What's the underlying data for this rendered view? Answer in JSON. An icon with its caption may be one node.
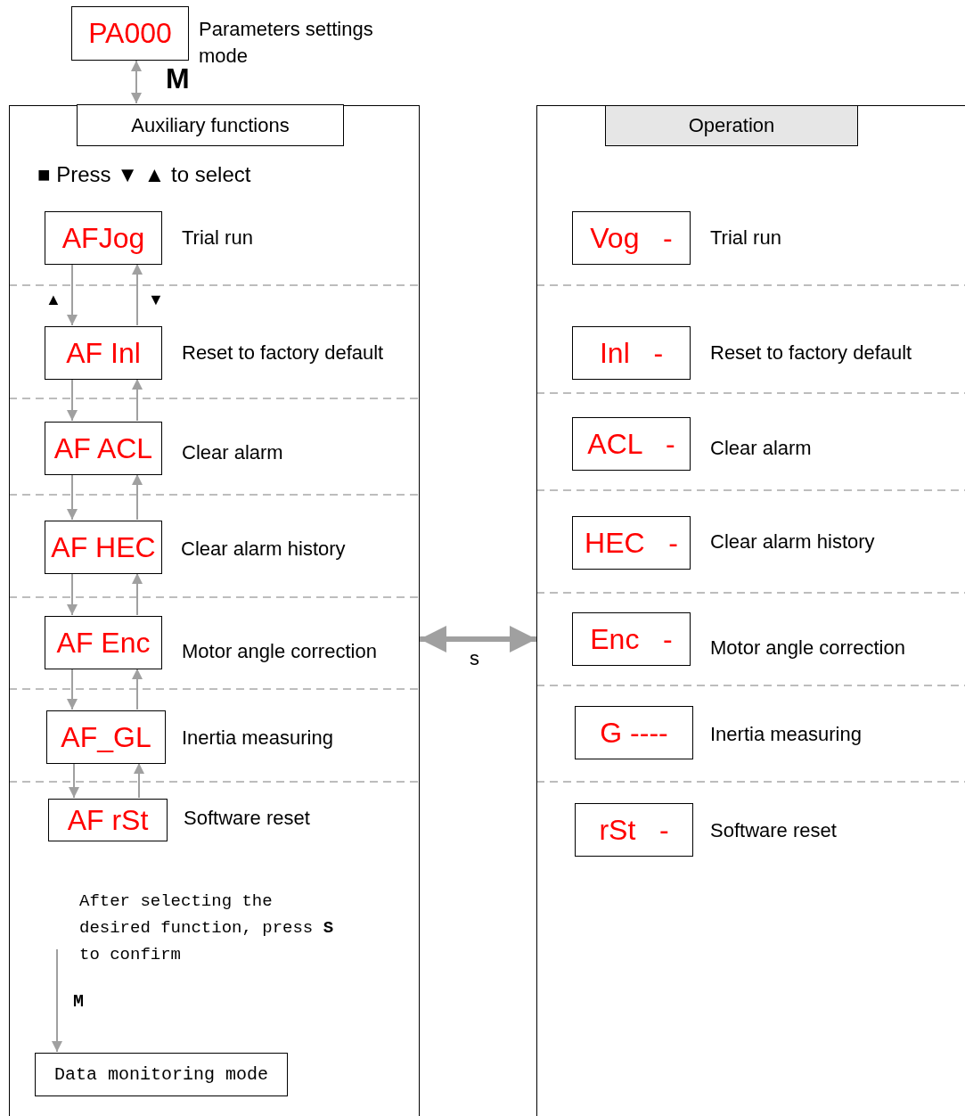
{
  "diagram": {
    "nodes": [
      {
        "text": [
          "PA000"
        ],
        "beside": [
          "Parameters settings mode"
        ]
      },
      {
        "text": [],
        "shape": "box"
      },
      {
        "text": [
          "Auxiliary functions"
        ],
        "in": 1
      },
      {
        "text": [
          "AFJog"
        ],
        "in": 1,
        "beside": [
          "Trial run"
        ]
      },
      {
        "text": [
          "AF Inl"
        ],
        "in": 1,
        "beside": [
          "Reset to factory default"
        ]
      },
      {
        "text": [
          "AF ACL"
        ],
        "in": 1,
        "beside": [
          "Clear alarm"
        ]
      },
      {
        "text": [
          "AF HEC"
        ],
        "in": 1,
        "beside": [
          "Clear alarm history"
        ]
      },
      {
        "text": [
          "AF Enc"
        ],
        "in": 1,
        "beside": [
          "Motor angle correction"
        ]
      },
      {
        "text": [
          "AF_GL"
        ],
        "in": 1,
        "beside": [
          "Inertia measuring"
        ]
      },
      {
        "text": [
          "AF rSt"
        ],
        "in": 1,
        "beside": [
          "Software reset"
        ]
      },
      {
        "text": [
          "Data monitoring mode"
        ],
        "in": 1
      },
      {
        "text": [
          "Operation"
        ]
      },
      {
        "text": [
          "Vog   -"
        ],
        "in": 11,
        "beside": [
          "Trial run"
        ]
      },
      {
        "text": [
          "Inl   -"
        ],
        "in": 11,
        "beside": [
          "Reset to factory default"
        ]
      },
      {
        "text": [
          "ACL   -"
        ],
        "in": 11,
        "beside": [
          "Clear alarm"
        ]
      },
      {
        "text": [
          "HEC   -"
        ],
        "in": 11,
        "beside": [
          "Clear alarm history"
        ]
      },
      {
        "text": [
          "Enc   -"
        ],
        "in": 11,
        "beside": [
          "Motor angle correction"
        ]
      },
      {
        "text": [
          "G ----"
        ],
        "in": 11,
        "beside": [
          "Inertia measuring"
        ]
      },
      {
        "text": [
          "rSt   -"
        ],
        "in": 11,
        "beside": [
          "Software reset"
        ]
      }
    ],
    "edges": [
      {
        "from": 0,
        "to": 2,
        "arrow": "both",
        "label": "M"
      },
      {
        "from": 3,
        "to": 4,
        "arrow": "to"
      },
      {
        "from": 4,
        "to": 3,
        "arrow": "to"
      },
      {
        "from": 4,
        "to": 5,
        "arrow": "to"
      },
      {
        "from": 5,
        "to": 4,
        "arrow": "to"
      },
      {
        "from": 5,
        "to": 6,
        "arrow": "to"
      },
      {
        "from": 6,
        "to": 5,
        "arrow": "to"
      },
      {
        "from": 6,
        "to": 7,
        "arrow": "to"
      },
      {
        "from": 7,
        "to": 6,
        "arrow": "to"
      },
      {
        "from": 7,
        "to": 8,
        "arrow": "to"
      },
      {
        "from": 8,
        "to": 7,
        "arrow": "to"
      },
      {
        "from": 8,
        "to": 9,
        "arrow": "to"
      },
      {
        "from": 9,
        "to": 8,
        "arrow": "to"
      },
      {
        "from": null,
        "to": 10,
        "arrow": "to",
        "label": "M"
      },
      {
        "from": 1,
        "to": 11,
        "arrow": "both",
        "label": "s",
        "style": "thick"
      }
    ],
    "labels": [
      "■ Press ▼ ▲ to select",
      "▲",
      "▼",
      "After selecting the desired function, press **S** to confirm"
    ]
  }
}
